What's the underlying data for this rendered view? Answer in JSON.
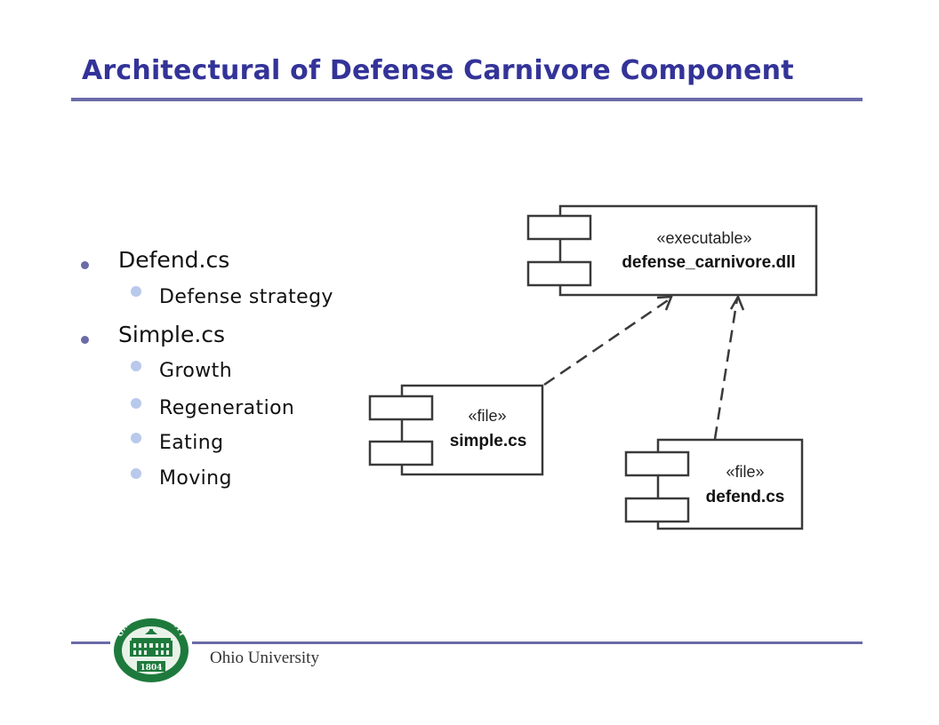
{
  "slide": {
    "title": "Architectural of Defense Carnivore Component"
  },
  "bullets": [
    {
      "label": "Defend.cs",
      "children": [
        "Defense strategy"
      ]
    },
    {
      "label": "Simple.cs",
      "children": [
        "Growth",
        "Regeneration",
        "Eating",
        "Moving"
      ]
    }
  ],
  "diagram": {
    "components": [
      {
        "stereotype": "«executable»",
        "name": "defense_carnivore.dll"
      },
      {
        "stereotype": "«file»",
        "name": "simple.cs"
      },
      {
        "stereotype": "«file»",
        "name": "defend.cs"
      }
    ]
  },
  "footer": {
    "org": "Ohio University",
    "seal_text": "OHIO UNIVERSITY",
    "seal_year": "1804"
  },
  "colors": {
    "title": "#333399",
    "rule": "#6a6aa8",
    "bullet_level1": "#6b6ba8",
    "bullet_level2": "#b9c9ec",
    "seal_green": "#1e7a3c"
  }
}
